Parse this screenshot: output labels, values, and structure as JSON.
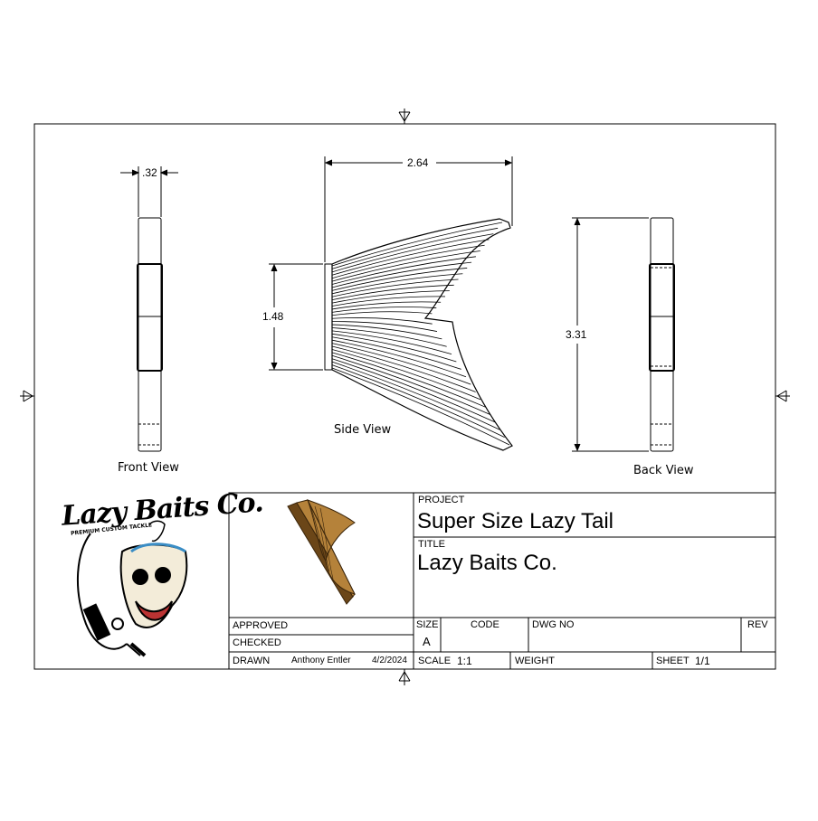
{
  "views": {
    "front": "Front View",
    "side": "Side View",
    "back": "Back View"
  },
  "dimensions": {
    "front_width": ".32",
    "side_width": "2.64",
    "side_height": "1.48",
    "back_height": "3.31"
  },
  "logo": {
    "name": "Lazy Baits Co.",
    "tagline": "PREMIUM CUSTOM TACKLE"
  },
  "title_block": {
    "project_label": "PROJECT",
    "project": "Super Size Lazy Tail",
    "title_label": "TITLE",
    "title": "Lazy Baits Co.",
    "approved_label": "APPROVED",
    "checked_label": "CHECKED",
    "drawn_label": "DRAWN",
    "drawn_by": "Anthony Entler",
    "drawn_date": "4/2/2024",
    "size_label": "SIZE",
    "size": "A",
    "code_label": "CODE",
    "dwg_no_label": "DWG NO",
    "rev_label": "REV",
    "scale_label": "SCALE",
    "scale": "1:1",
    "weight_label": "WEIGHT",
    "sheet_label": "SHEET",
    "sheet": "1/1"
  },
  "colors": {
    "line": "#000000",
    "wood_light": "#b5823a",
    "wood_dark": "#6b4618"
  }
}
